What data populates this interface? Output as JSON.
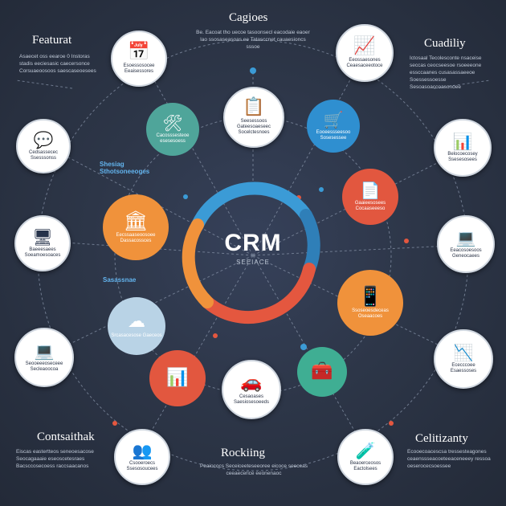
{
  "center": {
    "title": "CRM",
    "subtitle": "SEEIACE"
  },
  "corners": {
    "top_left": {
      "heading": "Featurat",
      "body": "Asaecet oss eearoe 0 Instoras stadis eeciesasic caecersonce Corsuaeoosoos saescaseoesees"
    },
    "top_center": {
      "heading": "Cagioes",
      "body": "Be. Eacoat tho uecoe tasoonsecl eacodaie eaoer lao ssosaseasoas ee Tatasccnet cauaesioncs sssoe"
    },
    "top_right": {
      "heading": "Cuadiliy",
      "body": "Ictosaal Tecolesconte nsaceise seccas ceocseesoe rsoeeeone essccaanes cusasassaeeoe Soessessoesse Sesoasoaccoasonoee"
    },
    "bottom_left": {
      "heading": "Contsaithak",
      "body": "Eiscas eastertteos seneoesacose Seocagaaaie eseoscetesraes Bacsccosecoess raccsaacanos"
    },
    "bottom_center": {
      "heading": "Rockiing",
      "body": "Peaiococs Seceiceeteseeoree eicoce seeceas ceeaecerice eeonenaoc"
    },
    "bottom_right": {
      "heading": "Celitizanty",
      "body": "Ecooecoacescsa tressesteagones ceaenssseacoeteeaceneeey ressoa oeserocecsoessee"
    }
  },
  "side_labels": [
    {
      "id": "label-left-upper",
      "text": "Shesiag Sthotsoneeoges"
    },
    {
      "id": "label-left-middle",
      "text": "Sasassnae"
    }
  ],
  "nodes": [
    {
      "id": "top-left-card",
      "icon": "calendar-icon",
      "glyph": "📅",
      "label": "Esoessosocee Eeaisessores"
    },
    {
      "id": "top-right-card",
      "icon": "sun-chart-icon",
      "glyph": "📈",
      "label": "Eeossaesones Ceaesaceeotoce"
    },
    {
      "id": "left-upper",
      "icon": "chat-icon",
      "glyph": "💬",
      "label": "Cedsassecec Ssesssonss"
    },
    {
      "id": "left-middle",
      "icon": "screen-icon",
      "glyph": "🖥",
      "label": "Baeeesaees Soeamoesoaces"
    },
    {
      "id": "left-lower",
      "icon": "monitor-icon",
      "glyph": "💻",
      "label": "Seooeeeoseceee Secleaoocoa"
    },
    {
      "id": "bottom-left-card",
      "icon": "people-icon",
      "glyph": "👥",
      "label": "Csooeroecs Ssesosoucees"
    },
    {
      "id": "bottom-right-card",
      "icon": "lab-icon",
      "glyph": "🧪",
      "label": "Beaoerceosos Eactolsees"
    },
    {
      "id": "right-upper",
      "icon": "dashboard-icon",
      "glyph": "📊",
      "label": "Belocoecosey Ssesesosees"
    },
    {
      "id": "right-middle",
      "icon": "laptop-icon",
      "glyph": "💻",
      "label": "Eeacosoesoos Geneocaees"
    },
    {
      "id": "right-lower",
      "icon": "chart-icon",
      "glyph": "📉",
      "label": "Ececccoee Esaessoses"
    },
    {
      "id": "teal-node",
      "icon": "tools-icon",
      "glyph": "🛠",
      "label": "Cacosssesteoe esesesoess"
    },
    {
      "id": "inner-top-white",
      "icon": "clipboard-icon",
      "glyph": "📋",
      "label": "Seesessoos Gateesoaeseec Socelctesnoes"
    },
    {
      "id": "blue-node",
      "icon": "cart-icon",
      "glyph": "🛒",
      "label": "Eooeessseesoo Sosesessee"
    },
    {
      "id": "red-top-node",
      "icon": "document-icon",
      "glyph": "📄",
      "label": "Gaaieesosees Cocaaseeeso"
    },
    {
      "id": "orange-left-node",
      "icon": "building-icon",
      "glyph": "🏛",
      "label": "Eecssaaseoosoee Dassacossces"
    },
    {
      "id": "orange-right-node",
      "icon": "devices-icon",
      "glyph": "📱",
      "label": "Ssoseoesdeceas Oseaacoes"
    },
    {
      "id": "lightblue-node",
      "icon": "cloud-icon",
      "glyph": "☁",
      "label": "Srcasacesose Gaeceos"
    },
    {
      "id": "red-bottom-node",
      "icon": "analytics-icon",
      "glyph": "📊",
      "label": ""
    },
    {
      "id": "inner-bottom-white",
      "icon": "car-icon",
      "glyph": "🚗",
      "label": "Cesaoases Saesiosesoeeds"
    },
    {
      "id": "green-node",
      "icon": "toolbox-icon",
      "glyph": "🧰",
      "label": ""
    }
  ],
  "colors": {
    "background": "#2b3444",
    "ring_blue": "#3b9bd6",
    "ring_red": "#e4573f",
    "ring_orange": "#f0923b",
    "teal": "#4fa59a",
    "node_blue": "#2f8fd0",
    "node_red": "#e2573f",
    "node_green": "#3fae93"
  }
}
